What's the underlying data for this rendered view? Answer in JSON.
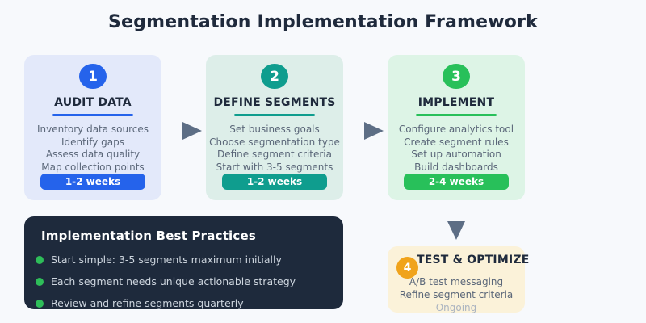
{
  "page": {
    "title": "Segmentation Implementation Framework",
    "background": "#f7f9fc",
    "arrow_color": "#5d6e85"
  },
  "steps": [
    {
      "number": "1",
      "title": "AUDIT DATA",
      "items": [
        "Inventory data sources",
        "Identify gaps",
        "Assess data quality",
        "Map collection points"
      ],
      "duration": "1-2 weeks",
      "accent": "#2563eb",
      "bg": "#e3e9fa"
    },
    {
      "number": "2",
      "title": "DEFINE SEGMENTS",
      "items": [
        "Set business goals",
        "Choose segmentation type",
        "Define segment criteria",
        "Start with 3-5 segments"
      ],
      "duration": "1-2 weeks",
      "accent": "#0f9d8e",
      "bg": "#ddeee9"
    },
    {
      "number": "3",
      "title": "IMPLEMENT",
      "items": [
        "Configure analytics tool",
        "Create segment rules",
        "Set up automation",
        "Build dashboards"
      ],
      "duration": "2-4 weeks",
      "accent": "#28c05a",
      "bg": "#ddf4e6"
    }
  ],
  "best_practices": {
    "title": "Implementation Best Practices",
    "items": [
      "Start simple: 3-5 segments maximum initially",
      "Each segment needs unique actionable strategy",
      "Review and refine segments quarterly"
    ],
    "bg": "#1e2a3c",
    "bullet_color": "#2ebd59"
  },
  "test_optimize": {
    "number": "4",
    "title": "TEST & OPTIMIZE",
    "items": [
      "A/B test messaging",
      "Refine segment criteria"
    ],
    "status": "Ongoing",
    "accent": "#f0a31b",
    "bg": "#fbf2d9"
  },
  "icons": {
    "arrow_right": "triangle-right",
    "arrow_down": "triangle-down",
    "bullet": "dot"
  }
}
